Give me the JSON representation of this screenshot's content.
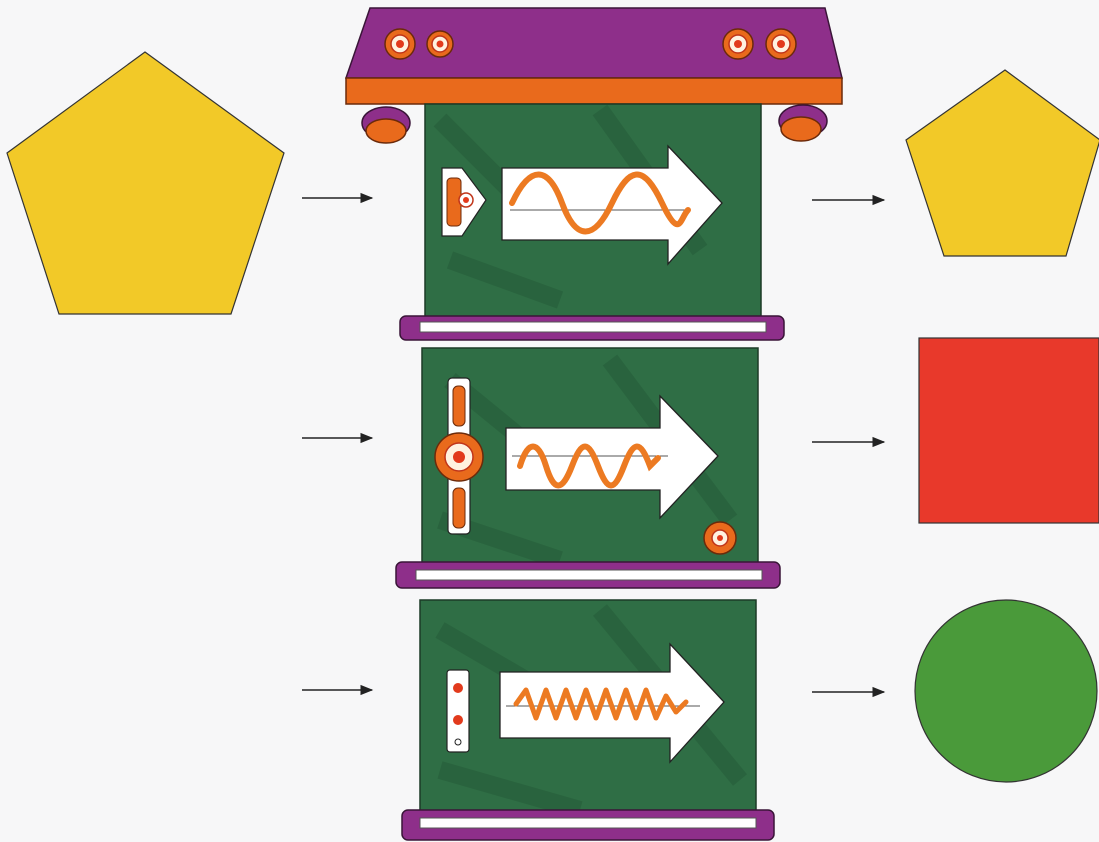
{
  "diagram": {
    "inputs": [
      {
        "shape": "pentagon",
        "color": "#f2c928"
      },
      {
        "shape": "none"
      },
      {
        "shape": "none"
      }
    ],
    "outputs": [
      {
        "shape": "pentagon",
        "color": "#f2c928"
      },
      {
        "shape": "square",
        "color": "#e8392b"
      },
      {
        "shape": "circle",
        "color": "#4a9a3a"
      }
    ],
    "machine": {
      "roof_color": "#8e2f8a",
      "roof_trim_color": "#e96a1c",
      "panel_color": "#2f6e45",
      "frame_color": "#8e2f8a",
      "wave_color": "#ec7a22",
      "arrow_color": "#ffffff",
      "panels": [
        {
          "wave": "slow",
          "control": "knob-slider"
        },
        {
          "wave": "medium",
          "control": "dial-slider"
        },
        {
          "wave": "fast",
          "control": "button-strip"
        }
      ]
    },
    "connector_icon": "arrow-right-icon",
    "colors": {
      "background": "#f7f7f8",
      "arrow_line": "#222222"
    }
  }
}
